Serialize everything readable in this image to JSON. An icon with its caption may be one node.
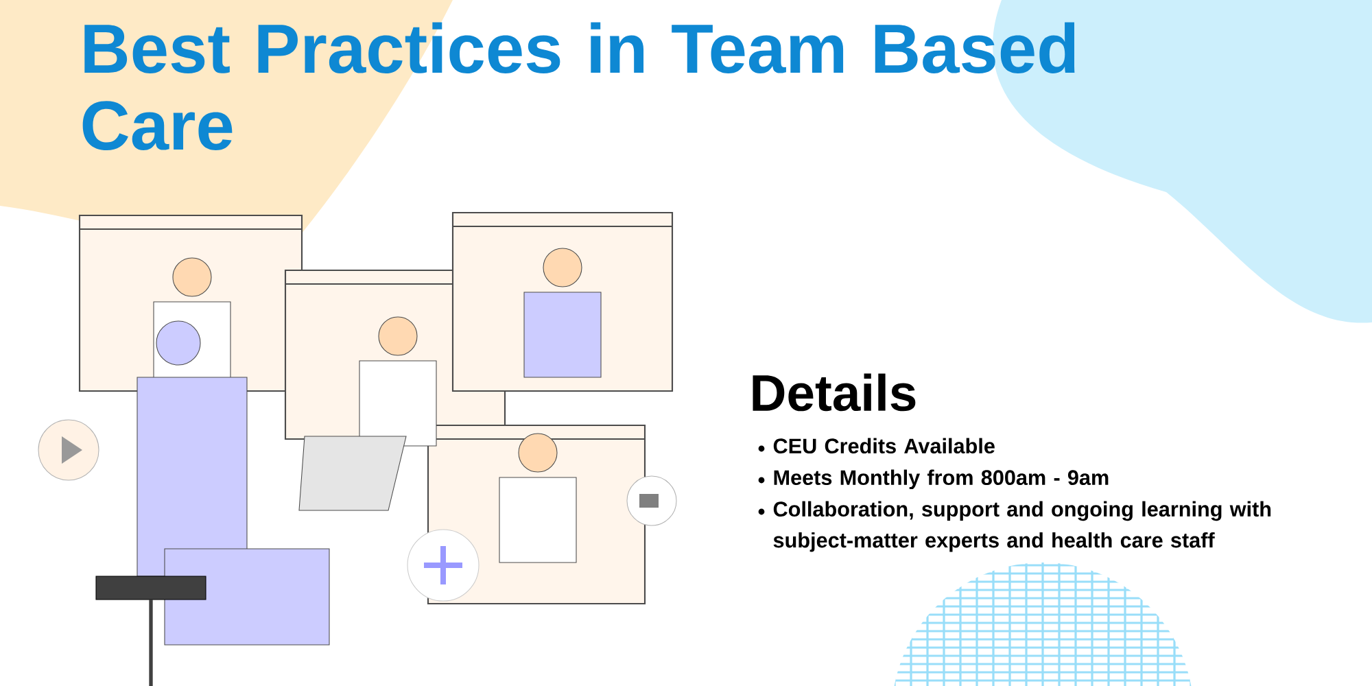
{
  "diagram": {
    "title": "Best Practices in Team Based Care",
    "labels": [
      "Details",
      "CEU Credits Available",
      "Meets Monthly from 800am - 9am",
      "Collaboration, support and ongoing learning with subject-matter experts and health care staff"
    ]
  }
}
